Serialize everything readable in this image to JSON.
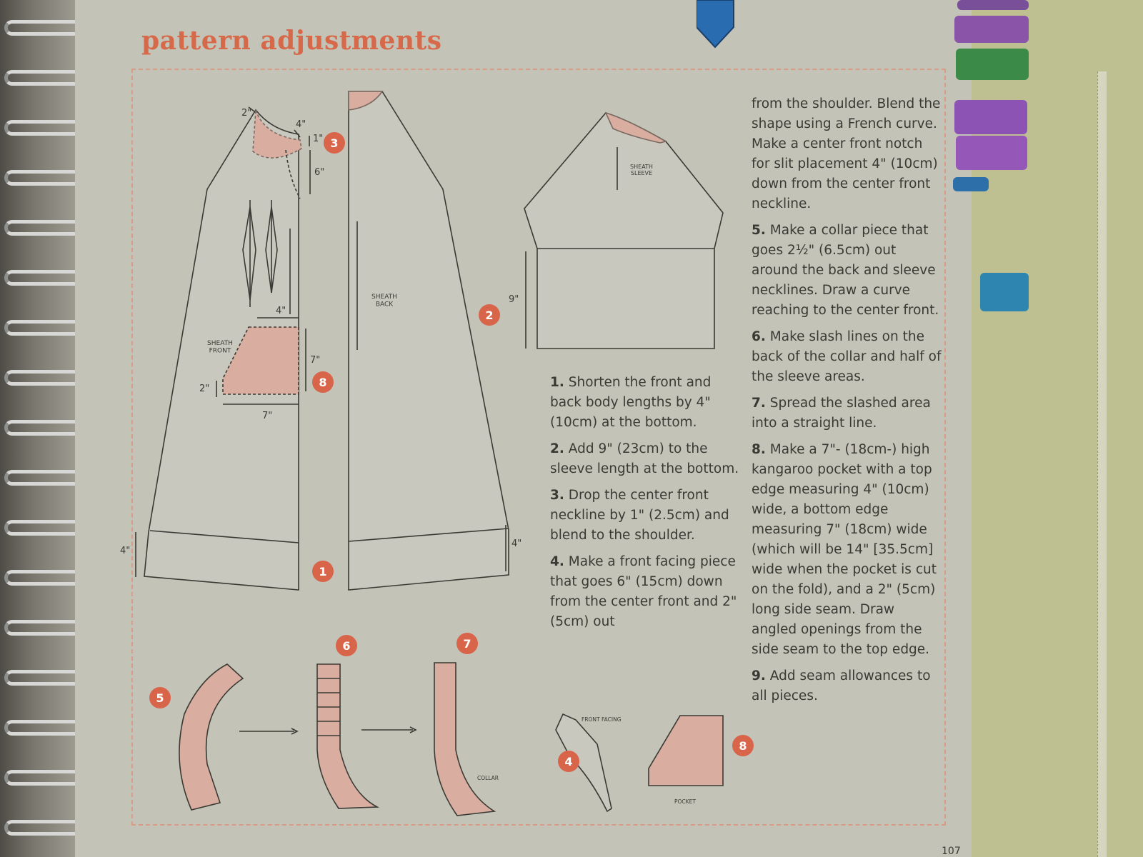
{
  "title": "pattern adjustments",
  "page_number": "107",
  "pieces": {
    "sheath_front": "SHEATH\nFRONT",
    "sheath_back": "SHEATH\nBACK",
    "sheath_sleeve": "SHEATH\nSLEEVE",
    "front_facing": "FRONT FACING",
    "pocket": "POCKET",
    "collar": "COLLAR"
  },
  "measurements": {
    "m_2": "2\"",
    "m_4_neck": "4\"",
    "m_1": "1\"",
    "m_6": "6\"",
    "m_4_pocket_top": "4\"",
    "m_7_height": "7\"",
    "m_2_side": "2\"",
    "m_7_bottom": "7\"",
    "m_4_front_hem": "4\"",
    "m_4_back_hem": "4\"",
    "m_9_sleeve": "9\""
  },
  "badges": [
    "1",
    "2",
    "3",
    "4",
    "5",
    "6",
    "7",
    "8"
  ],
  "continuation_text": "from the shoulder. Blend the shape using a French curve. Make a center front notch for slit placement 4\" (10cm) down from the center front neckline.",
  "steps": [
    {
      "num": "1.",
      "text": "Shorten the front and back body lengths by 4\" (10cm) at the bottom."
    },
    {
      "num": "2.",
      "text": "Add 9\" (23cm) to the sleeve length at the bottom."
    },
    {
      "num": "3.",
      "text": "Drop the center front neckline by 1\" (2.5cm) and blend to the shoulder."
    },
    {
      "num": "4.",
      "text": "Make a front facing piece that goes 6\" (15cm) down from the center front and 2\" (5cm) out"
    },
    {
      "num": "5.",
      "text": "Make a collar piece that goes 2½\" (6.5cm) out around the back and sleeve necklines. Draw a curve reaching to the center front."
    },
    {
      "num": "6.",
      "text": "Make slash lines on the back of the collar and half of the sleeve areas."
    },
    {
      "num": "7.",
      "text": "Spread the slashed area into a straight line."
    },
    {
      "num": "8.",
      "text": "Make a 7\"- (18cm-) high kangaroo pocket with a top edge measuring 4\" (10cm) wide, a bottom edge measuring 7\" (18cm) wide (which will be 14\" [35.5cm] wide when the pocket is cut on the fold), and a 2\" (5cm) long side seam. Draw angled openings from the side seam to the top edge."
    },
    {
      "num": "9.",
      "text": "Add seam allowances to all pieces."
    }
  ],
  "colors": {
    "accent": "#d6694a",
    "piece_fill": "#d9aea0",
    "badge": "#d8644a",
    "line": "#3a3a34"
  }
}
